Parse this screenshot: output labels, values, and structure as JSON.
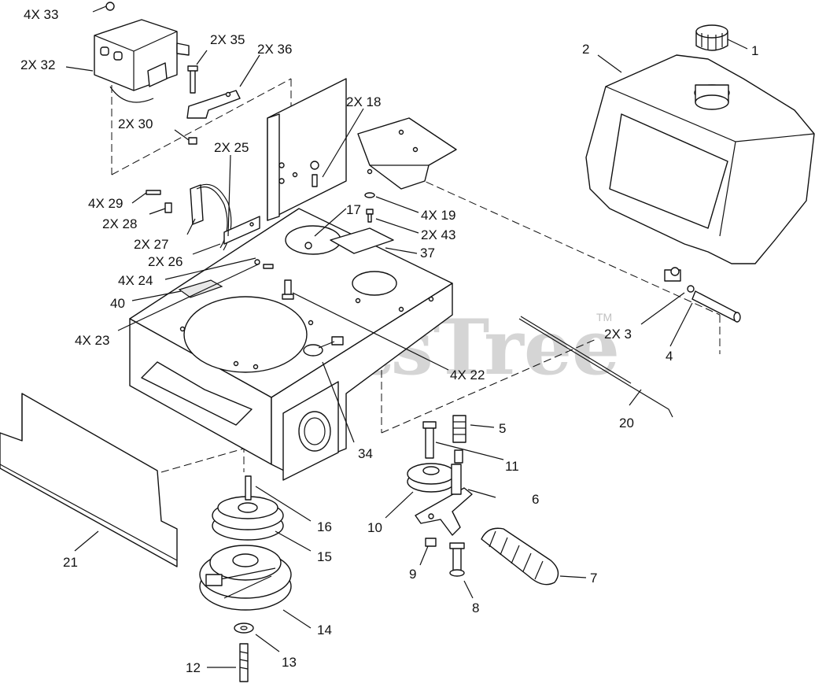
{
  "watermark": {
    "text": "PartsTree",
    "tm": "TM"
  },
  "callouts": [
    {
      "id": "c1",
      "text": "1"
    },
    {
      "id": "c2",
      "text": "2"
    },
    {
      "id": "c3",
      "text": "2X 3"
    },
    {
      "id": "c4",
      "text": "4"
    },
    {
      "id": "c5",
      "text": "5"
    },
    {
      "id": "c6",
      "text": "6"
    },
    {
      "id": "c7",
      "text": "7"
    },
    {
      "id": "c8",
      "text": "8"
    },
    {
      "id": "c9",
      "text": "9"
    },
    {
      "id": "c10",
      "text": "10"
    },
    {
      "id": "c11",
      "text": "11"
    },
    {
      "id": "c12",
      "text": "12"
    },
    {
      "id": "c13",
      "text": "13"
    },
    {
      "id": "c14",
      "text": "14"
    },
    {
      "id": "c15",
      "text": "15"
    },
    {
      "id": "c16",
      "text": "16"
    },
    {
      "id": "c17",
      "text": "17"
    },
    {
      "id": "c18",
      "text": "2X 18"
    },
    {
      "id": "c19",
      "text": "4X 19"
    },
    {
      "id": "c20",
      "text": "20"
    },
    {
      "id": "c21",
      "text": "21"
    },
    {
      "id": "c22",
      "text": "4X 22"
    },
    {
      "id": "c23",
      "text": "4X 23"
    },
    {
      "id": "c24",
      "text": "4X 24"
    },
    {
      "id": "c25",
      "text": "2X 25"
    },
    {
      "id": "c26",
      "text": "2X 26"
    },
    {
      "id": "c27",
      "text": "2X 27"
    },
    {
      "id": "c28",
      "text": "2X 28"
    },
    {
      "id": "c29",
      "text": "4X 29"
    },
    {
      "id": "c30",
      "text": "2X 30"
    },
    {
      "id": "c32",
      "text": "2X 32"
    },
    {
      "id": "c33",
      "text": "4X 33"
    },
    {
      "id": "c34",
      "text": "34"
    },
    {
      "id": "c35",
      "text": "2X 35"
    },
    {
      "id": "c36",
      "text": "2X 36"
    },
    {
      "id": "c37",
      "text": "37"
    },
    {
      "id": "c40",
      "text": "40"
    },
    {
      "id": "c43",
      "text": "2X 43"
    }
  ]
}
